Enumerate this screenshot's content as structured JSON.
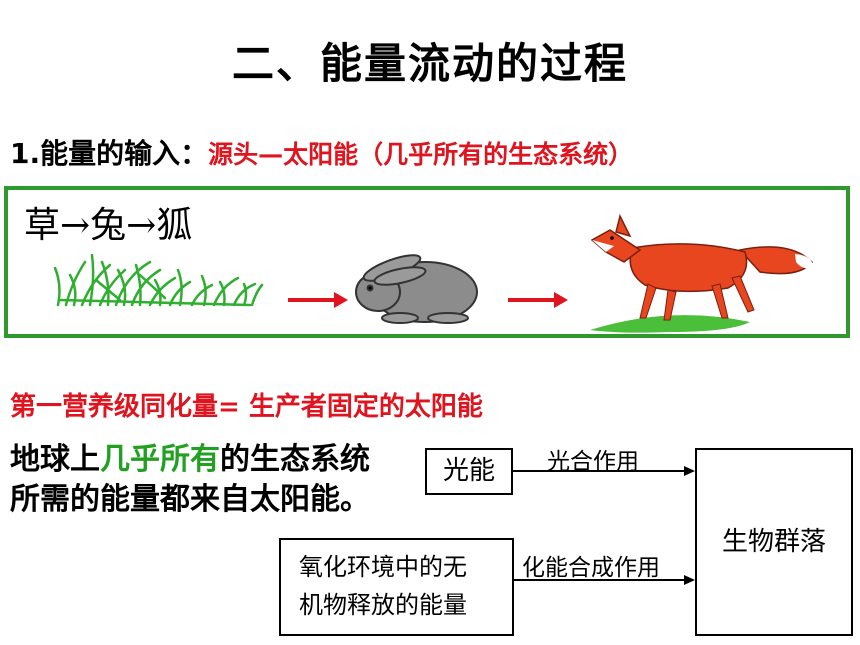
{
  "title": "二、能量流动的过程",
  "energy_input": {
    "label": "1.能量的输入：",
    "source": "源头—太阳能（几乎所有的生态系统）"
  },
  "food_chain": {
    "text": "草→兔→狐",
    "organisms": [
      "grass",
      "rabbit",
      "fox"
    ]
  },
  "equation": "第一营养级同化量= 生产者固定的太阳能",
  "statement": {
    "part1": "地球上",
    "highlight": "几乎所有",
    "part2": "的生态系统所需的能量都来自太阳能。"
  },
  "flow_diagram": {
    "light_energy": "光能",
    "photosynthesis": "光合作用",
    "oxidation_line1": "氧化环境中的无",
    "oxidation_line2": "机物释放的能量",
    "chemosynthesis": "化能合成作用",
    "community": "生物群落"
  },
  "colors": {
    "red": "#e0141e",
    "green": "#22a022",
    "box_border": "#2e9a2e"
  }
}
